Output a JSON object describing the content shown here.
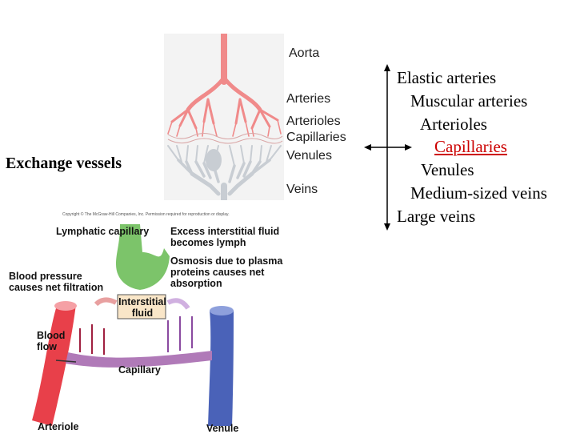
{
  "left_label": "Exchange vessels",
  "hierarchy": {
    "items": [
      "Elastic arteries",
      "Muscular arteries",
      "Arterioles",
      "Capillaries",
      "Venules",
      "Medium-sized veins",
      "Large veins"
    ],
    "highlight_color": "#cc0000"
  },
  "vessel_tree": {
    "labels": [
      "Aorta",
      "Arteries",
      "Arterioles",
      "Capillaries",
      "Venules",
      "Veins"
    ],
    "artery_color": "#f08a8a",
    "vein_color": "#c8cdd3"
  },
  "capillary_diagram": {
    "copyright": "Copyright © The McGraw-Hill Companies, Inc. Permission required for reproduction or display.",
    "lymphatic_capillary": "Lymphatic capillary",
    "excess_fluid": "Excess interstitial fluid becomes lymph",
    "blood_pressure": "Blood pressure causes net filtration",
    "osmosis": "Osmosis due to plasma proteins causes net absorption",
    "interstitial_fluid": "Interstitial fluid",
    "blood_flow": "Blood flow",
    "capillary": "Capillary",
    "arteriole": "Arteriole",
    "venule": "Venule",
    "arteriole_color": "#e8404a",
    "venule_color": "#4a62b8",
    "lymph_color": "#7cc46a"
  }
}
